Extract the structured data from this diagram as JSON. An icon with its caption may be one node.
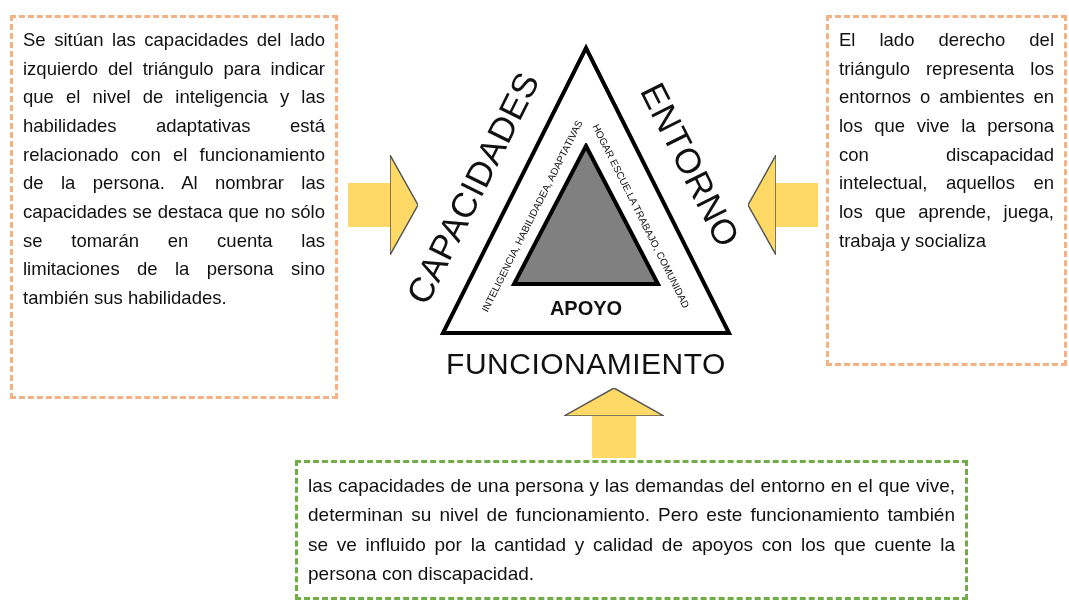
{
  "diagram": {
    "nodes": [
      {
        "text": [
          "Se sitúan las capacidades del lado izquierdo del triángulo para indicar que el nivel de inteligencia y las habilidades adaptativas está relacionado con el funcionamiento de la persona. Al nombrar las capacidades se destaca que no sólo se tomarán en cuenta las limitaciones de la persona sino también sus habilidades."
        ]
      },
      {
        "text": [
          "El lado derecho del triángulo representa los entornos o ambientes en los que vive la persona con discapacidad intelectual, aquellos en los que aprende, juega, trabaja y socializa"
        ]
      },
      {
        "text": [
          "las capacidades de una persona y las demandas del entorno en el que vive, determinan su nivel de funcionamiento. Pero este funcionamiento también se ve influido por la cantidad y calidad de apoyos con los que cuente la persona con discapacidad."
        ]
      },
      {
        "text": [
          "INTELIGENCIA, HABILIDADEA, ADAPTATIVAS",
          "HOGAR ESCUE.LA TRABAJO, COMUNIDAD",
          "APOYO"
        ],
        "beside": [
          "CAPACIDADES",
          "ENTORNO",
          "FUNCIONAMIENTO"
        ]
      },
      {
        "text": [],
        "shape": "triangle",
        "in": 3
      }
    ],
    "edges": [
      {
        "from": 0,
        "to": 3,
        "arrow": "to"
      },
      {
        "from": 1,
        "to": 3,
        "arrow": "to"
      },
      {
        "from": 2,
        "to": 3,
        "arrow": "to"
      }
    ]
  }
}
